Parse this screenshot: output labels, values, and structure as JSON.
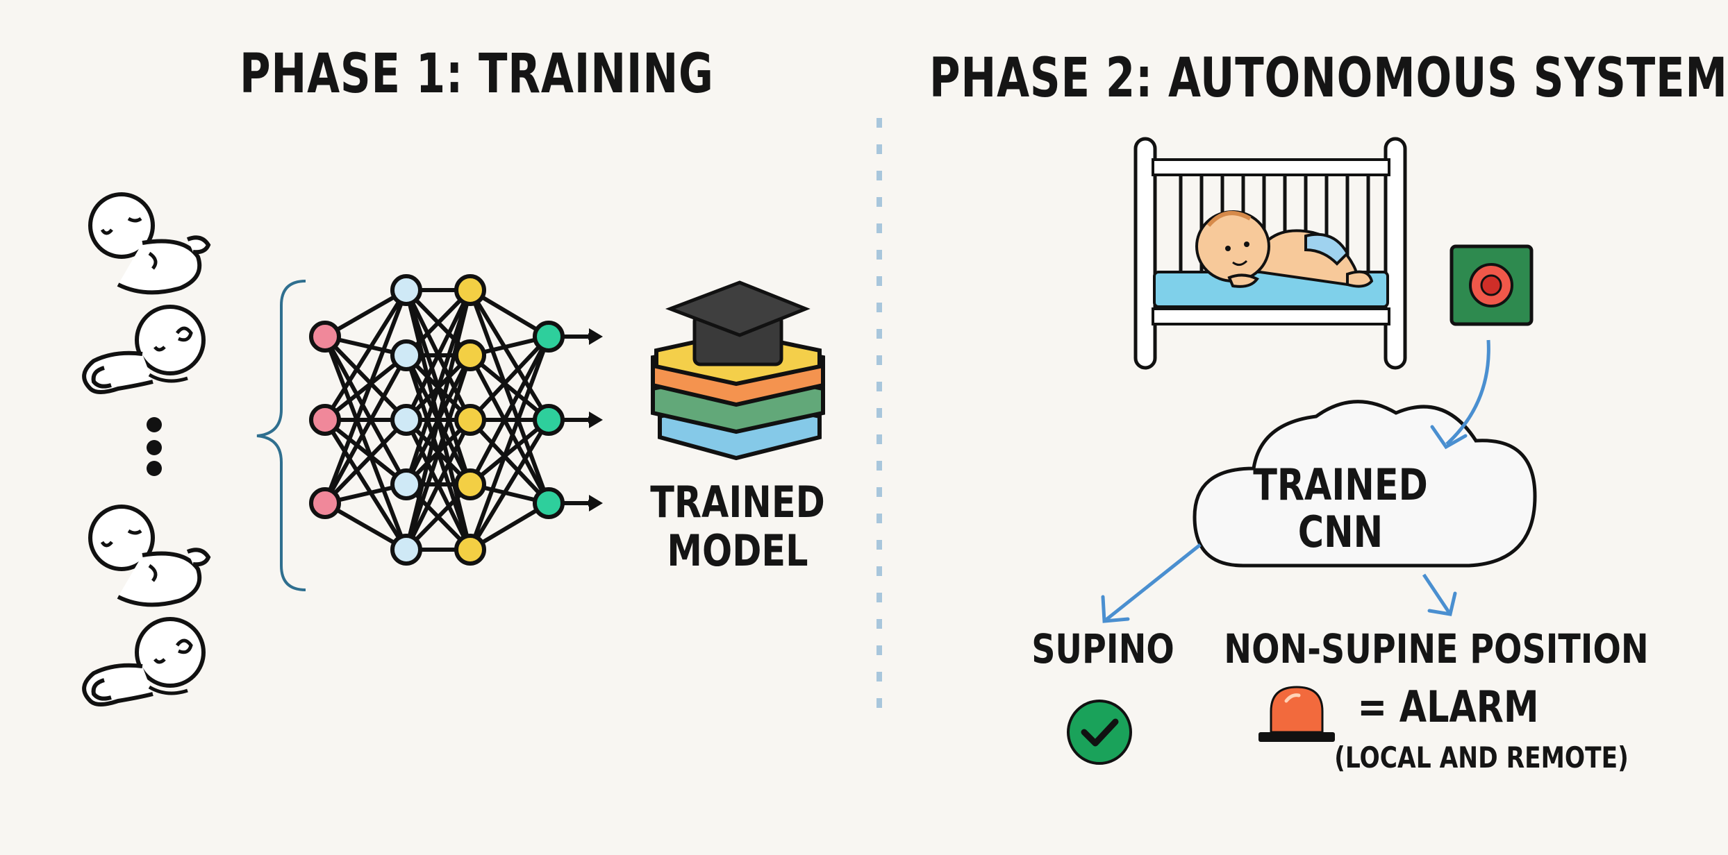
{
  "phase1": {
    "title": "PHASE 1: TRAINING",
    "model_line1": "TRAINED",
    "model_line2": "MODEL"
  },
  "phase2": {
    "title": "PHASE 2: AUTONOMOUS SYSTEM",
    "cloud_line1": "TRAINED",
    "cloud_line2": "CNN",
    "supine_label": "SUPINO",
    "nonsupine_label": "NON-SUPINE POSITION",
    "alarm_label": "= ALARM",
    "alarm_sub": "(LOCAL AND REMOTE)"
  },
  "icons": [
    "sleeping-baby-icon",
    "neural-network-icon",
    "graduation-cap-icon",
    "book-stack-icon",
    "crib-icon",
    "sensor-camera-icon",
    "cloud-icon",
    "check-circle-icon",
    "alarm-siren-icon"
  ],
  "colors": {
    "node_red": "#f0889a",
    "node_blue": "#cfe9f6",
    "node_yellow": "#f3cf44",
    "node_green": "#2ecf9c",
    "arrow_blue": "#4a8fd0",
    "check_green": "#1aa25a",
    "siren_orange": "#f26a3d"
  }
}
